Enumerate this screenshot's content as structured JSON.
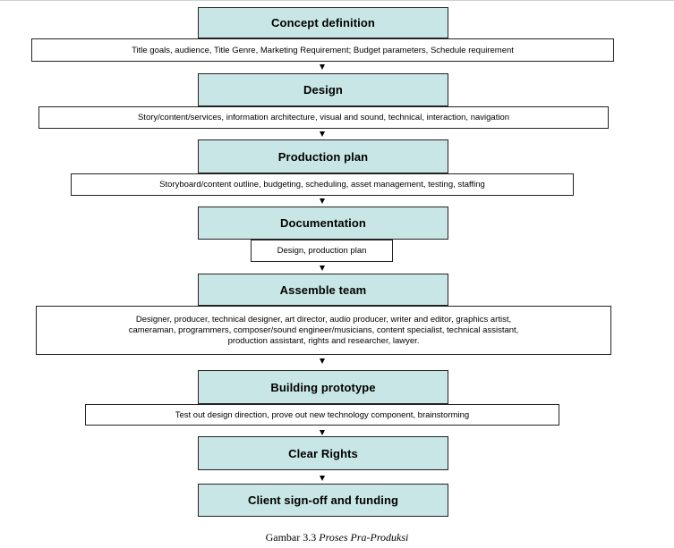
{
  "stages": [
    {
      "name": "Concept definition",
      "details": [
        "Title goals, audience, Title Genre, Marketing Requirement; Budget parameters, Schedule requirement"
      ]
    },
    {
      "name": "Design",
      "details": [
        "Story/content/services, information architecture, visual and sound, technical, interaction, navigation"
      ]
    },
    {
      "name": "Production plan",
      "details": [
        "Storyboard/content outline, budgeting, scheduling, asset management, testing, staffing"
      ]
    },
    {
      "name": "Documentation",
      "details": [
        "Design, production plan"
      ]
    },
    {
      "name": "Assemble team",
      "details": [
        "Designer, producer, technical designer, art director, audio producer, writer and editor, graphics artist,",
        "cameraman, programmers, composer/sound engineer/musicians, content specialist, technical assistant,",
        "production assistant, rights and researcher, lawyer."
      ]
    },
    {
      "name": "Building prototype",
      "details": [
        "Test out design direction, prove out new technology component, brainstorming"
      ]
    },
    {
      "name": "Clear Rights",
      "details": []
    },
    {
      "name": "Client sign-off and funding",
      "details": []
    }
  ],
  "caption": {
    "label": "Gambar 3.3",
    "title": "Proses Pra-Produksi"
  },
  "colors": {
    "stage_fill": "#c8e6e6",
    "border": "#222222"
  }
}
